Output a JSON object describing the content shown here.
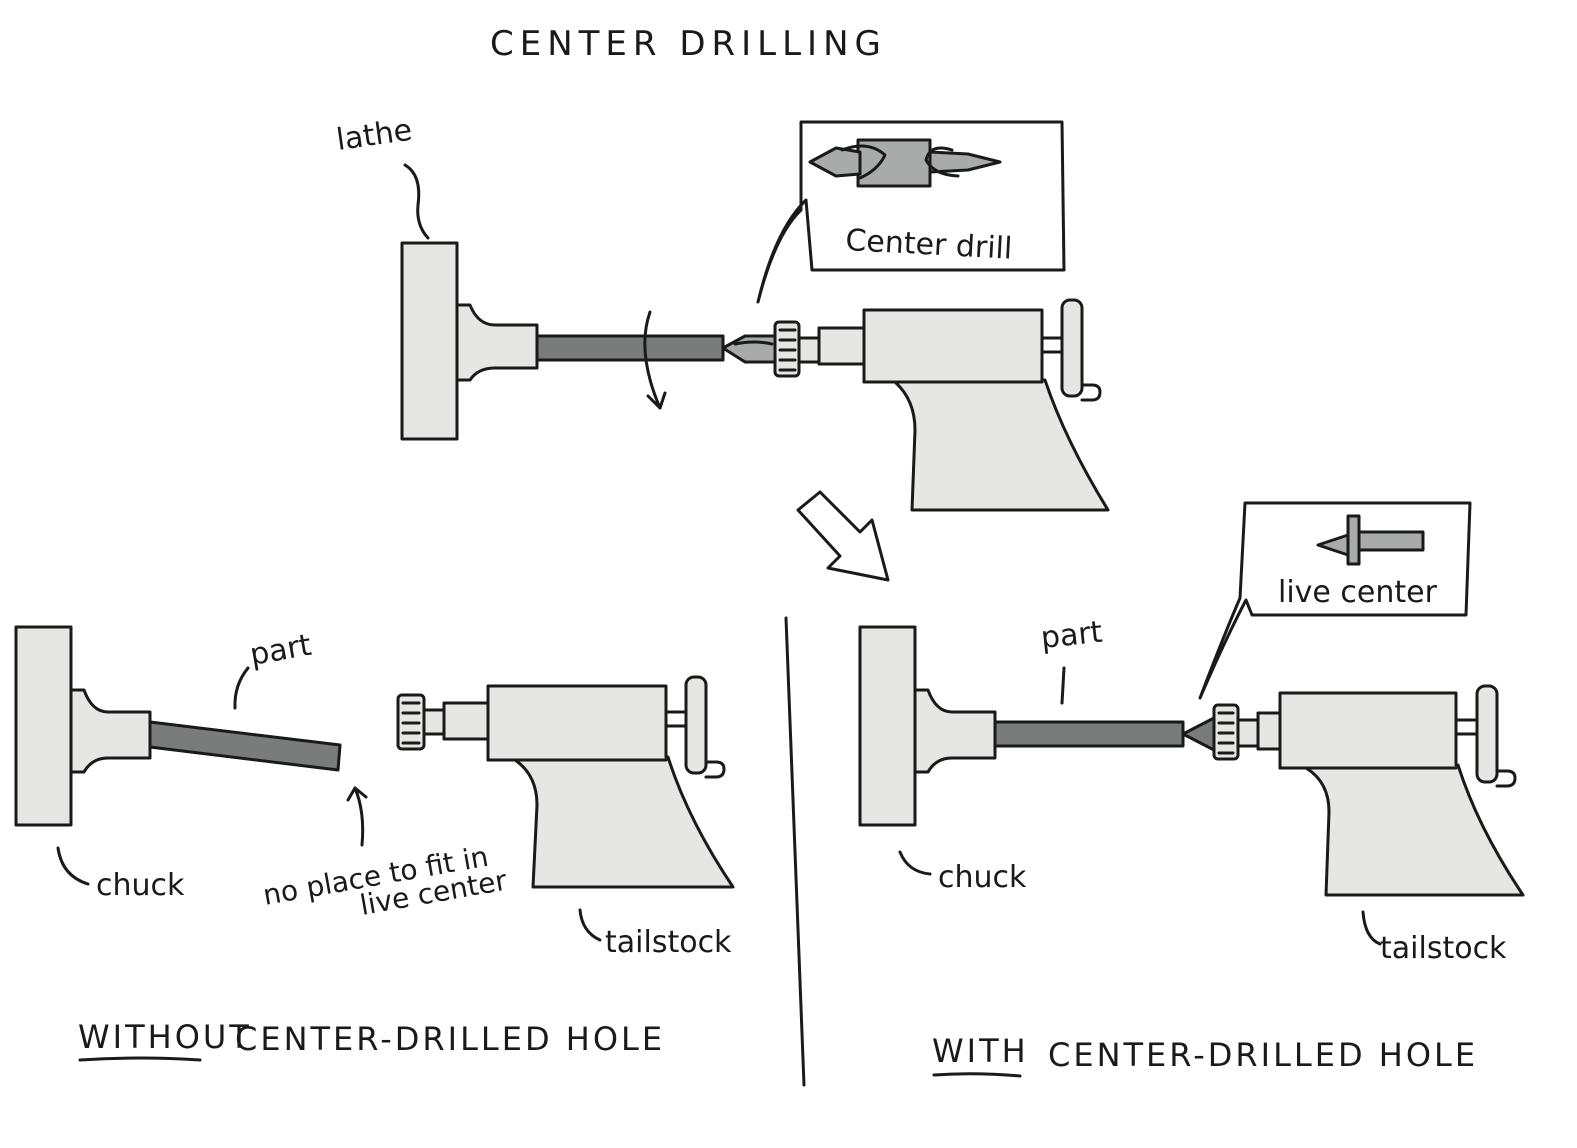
{
  "title": "CENTER DRILLING",
  "top": {
    "lathe_label": "lathe",
    "callout_label": "Center drill"
  },
  "left_panel": {
    "part_label": "part",
    "chuck_label": "chuck",
    "note_line1": "no place to fit in",
    "note_line2": "live center",
    "tailstock_label": "tailstock",
    "caption_emphasis": "WITHOUT",
    "caption_rest": "CENTER-DRILLED HOLE"
  },
  "right_panel": {
    "part_label": "part",
    "callout_label": "live center",
    "chuck_label": "chuck",
    "tailstock_label": "tailstock",
    "caption_emphasis": "WITH",
    "caption_rest": "CENTER-DRILLED HOLE"
  },
  "colors": {
    "ink": "#1a1a1a",
    "body": "#e6e6e4",
    "rod": "#7a7c7c",
    "tool": "#a9abab"
  }
}
